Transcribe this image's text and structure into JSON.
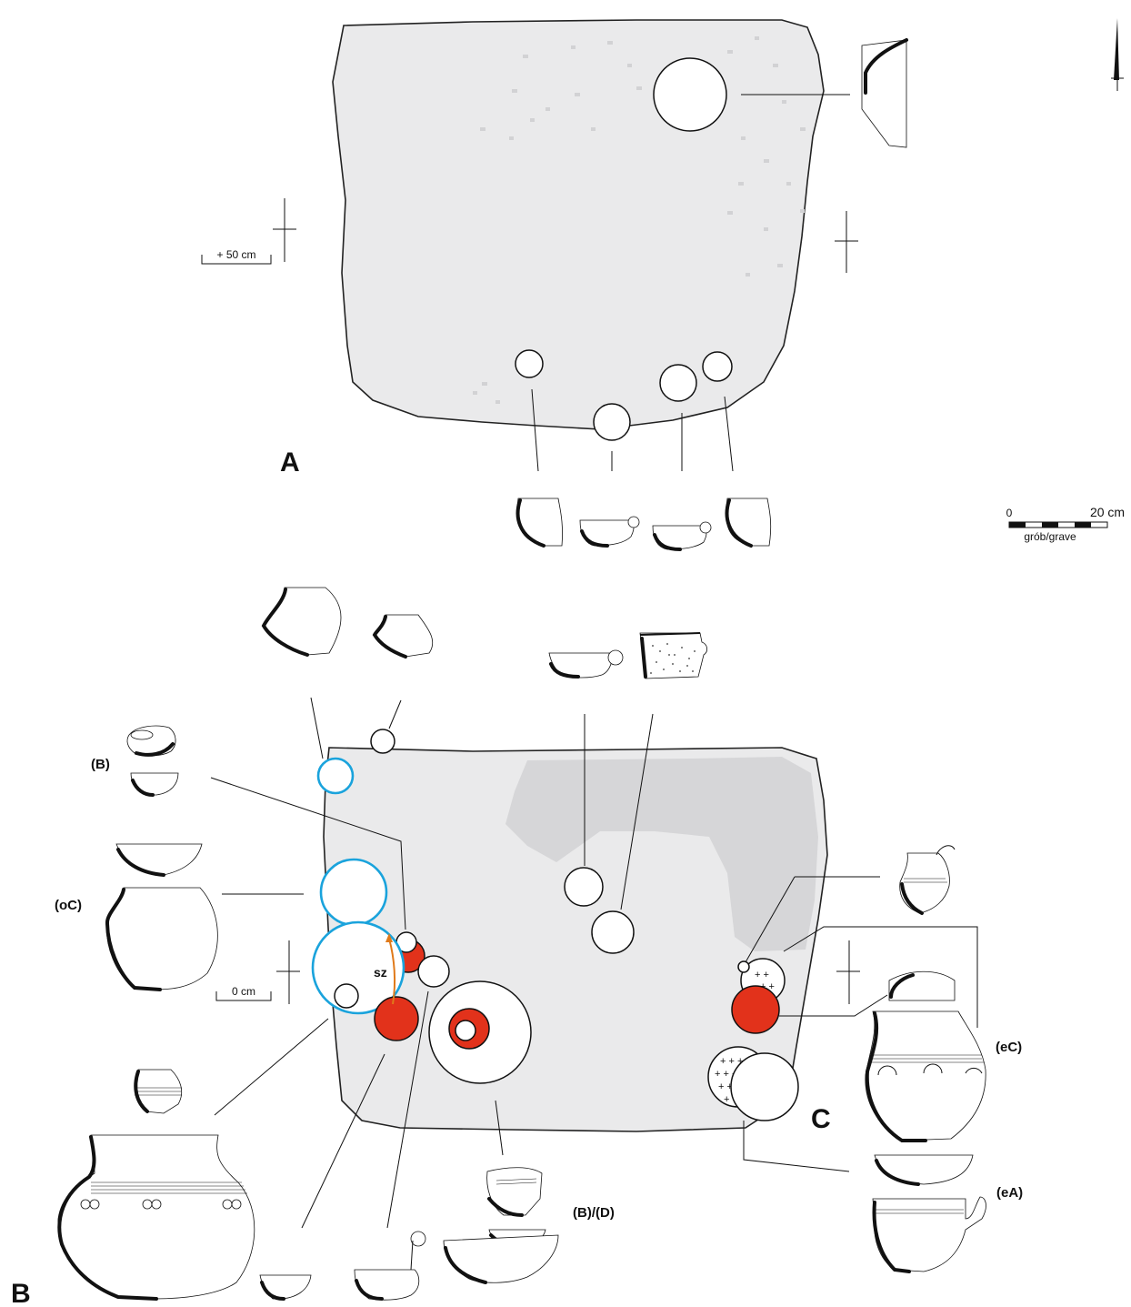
{
  "panels": {
    "a_label": "A",
    "b_label": "B",
    "c_label": "C"
  },
  "scale": {
    "zero": "0",
    "max": "20 cm",
    "caption": "grób/grave"
  },
  "levels": {
    "a_level": "+ 50 cm",
    "b_level": "0 cm"
  },
  "groups": {
    "b_label": "(B)",
    "oc_label": "(oC)",
    "bd_label": "(B)/(D)",
    "ec_label": "(eC)",
    "ea_label": "(eA)"
  },
  "annotation": {
    "sz": "sz"
  },
  "colors": {
    "pit_fill": "#eaeaeb",
    "dark_fill": "#d6d6d8",
    "cremation_red": "#e2321b",
    "outline_blue": "#1aa3dc"
  }
}
